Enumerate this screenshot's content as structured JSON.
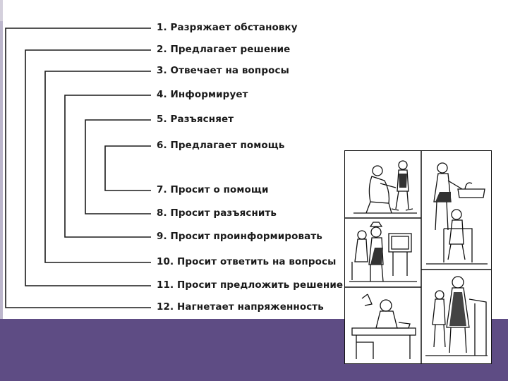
{
  "colors": {
    "background_purple": "#5e4c84",
    "corner_gray": "#d4d0dc",
    "line": "#1a1a1a"
  },
  "items": [
    {
      "label": "1. Разряжает обстановку"
    },
    {
      "label": "2. Предлагает решение"
    },
    {
      "label": "3. Отвечает на вопросы"
    },
    {
      "label": "4. Информирует"
    },
    {
      "label": "5. Разъясняет"
    },
    {
      "label": "6. Предлагает помощь"
    },
    {
      "label": "7. Просит о помощи"
    },
    {
      "label": "8. Просит разъяснить"
    },
    {
      "label": "9. Просит проинформировать"
    },
    {
      "label": "10. Просит ответить на вопросы"
    },
    {
      "label": "11. Просит предложить решение"
    },
    {
      "label": "12. Нагнетает напряженность"
    }
  ],
  "illustrations": [
    {
      "icon": "child-dressing-boots-illustration"
    },
    {
      "icon": "mother-child-sink-illustration"
    },
    {
      "icon": "family-watching-tv-illustration"
    },
    {
      "icon": "teacher-at-desk-illustration"
    },
    {
      "icon": "elderly-woman-with-child-illustration"
    }
  ]
}
